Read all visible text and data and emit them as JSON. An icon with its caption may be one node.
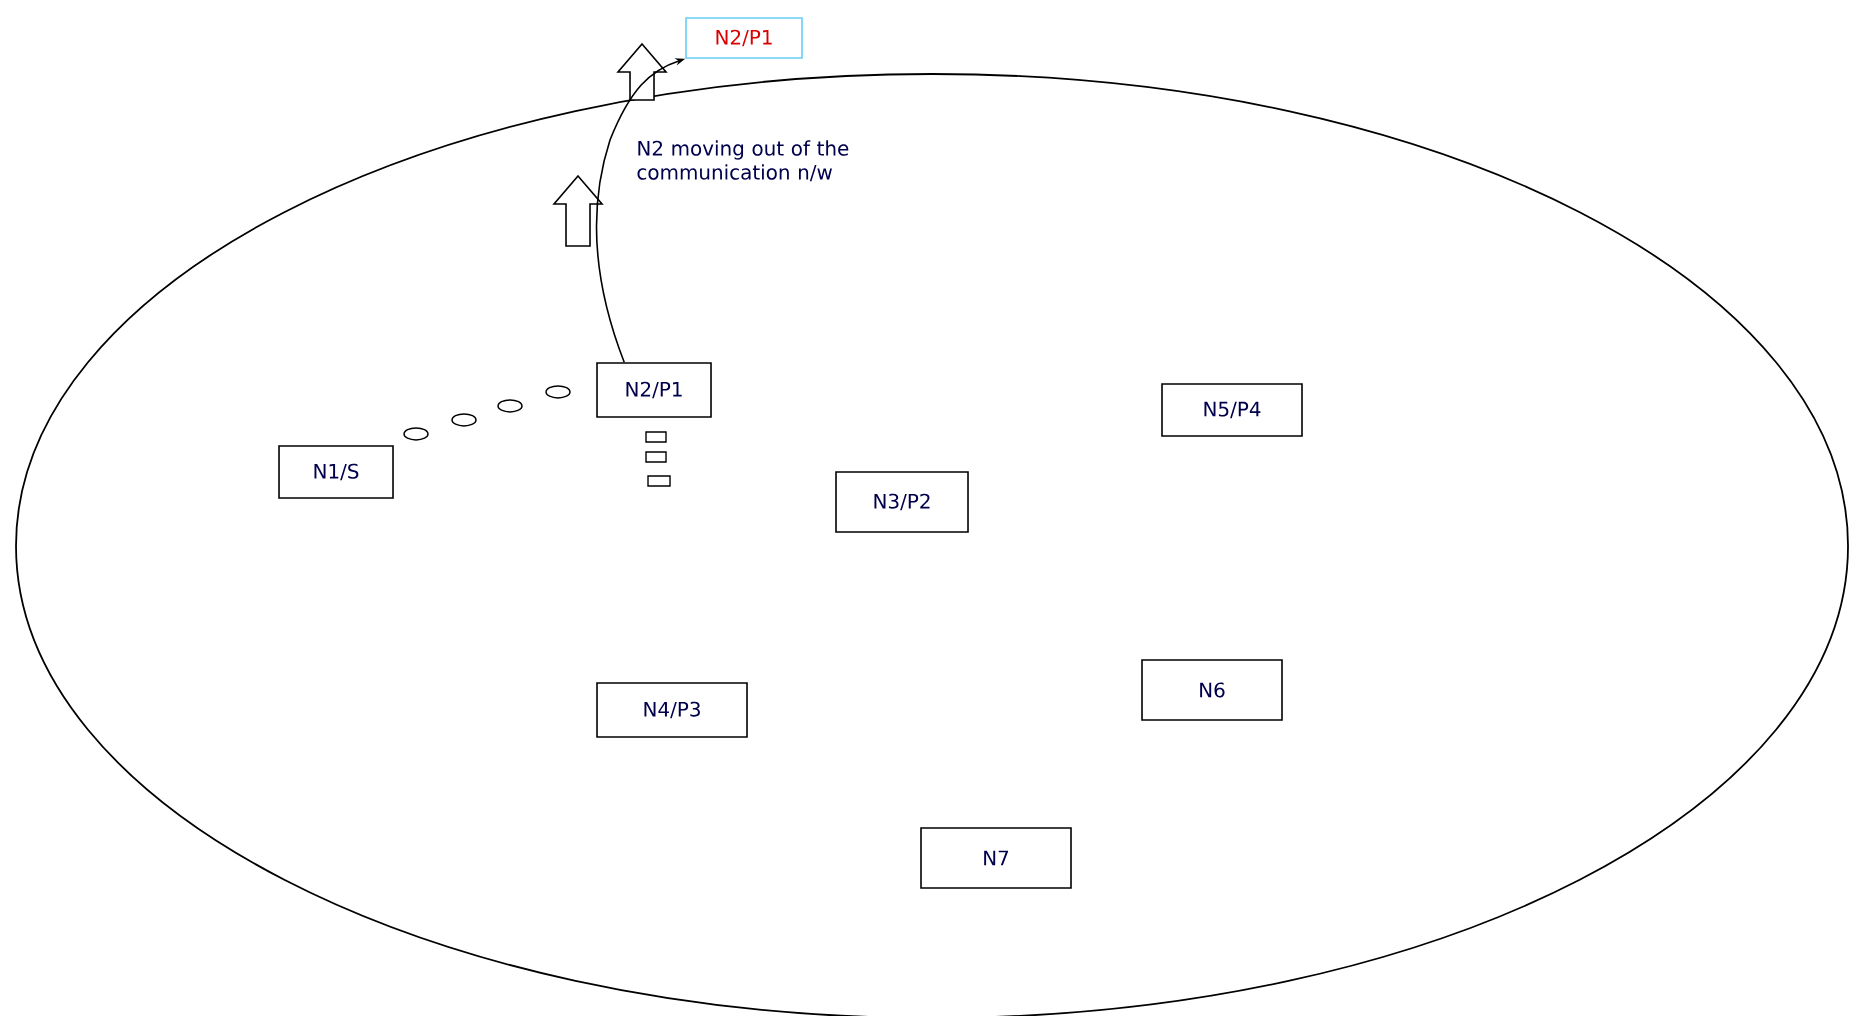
{
  "diagram": {
    "nodes": [
      {
        "text": [],
        "shape": "ellipse"
      },
      {
        "text": [
          "N2/P1"
        ]
      },
      {
        "text": [
          "N2/P1"
        ],
        "in": 0
      },
      {
        "text": [
          "N1/S"
        ],
        "in": 0
      },
      {
        "text": [
          "N5/P4"
        ],
        "in": 0
      },
      {
        "text": [
          "N3/P2"
        ],
        "in": 0
      },
      {
        "text": [
          "N4/P3"
        ],
        "in": 0
      },
      {
        "text": [
          "N6"
        ],
        "in": 0
      },
      {
        "text": [
          "N7"
        ],
        "in": 0
      }
    ],
    "edges": [
      {
        "from": 2,
        "to": 1,
        "arrow": "to"
      }
    ],
    "labels": [
      "N2 moving out of the communication n/w"
    ]
  }
}
